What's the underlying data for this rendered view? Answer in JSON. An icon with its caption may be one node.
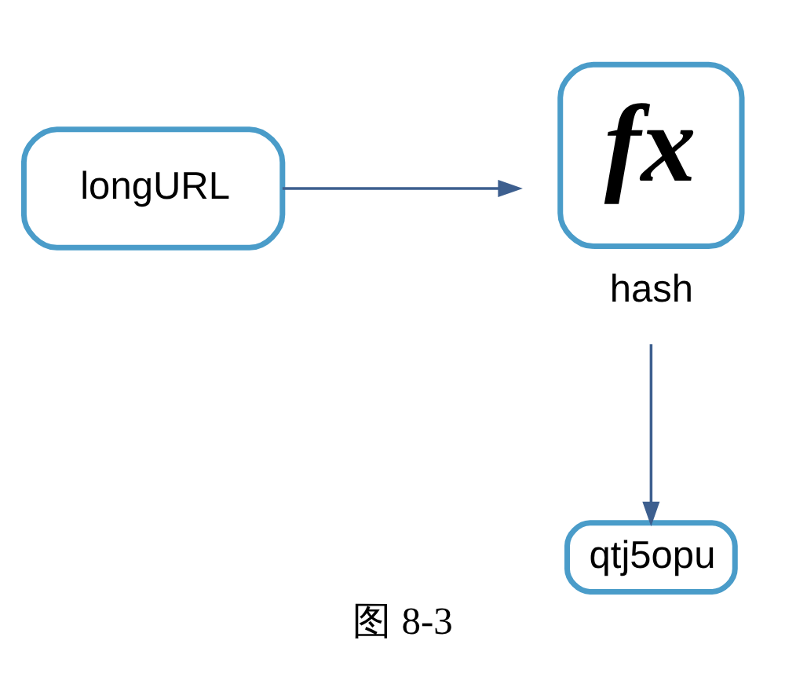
{
  "diagram": {
    "caption": "图 8-3",
    "nodes": [
      {
        "text": [
          "longURL"
        ]
      },
      {
        "text": [
          "fx"
        ],
        "beside": [
          "hash"
        ]
      },
      {
        "text": [
          "qtj5opu"
        ]
      }
    ],
    "edges": [
      {
        "from": 0,
        "to": 1,
        "arrow": "to"
      },
      {
        "from": 1,
        "to": 2,
        "arrow": "to"
      }
    ]
  }
}
